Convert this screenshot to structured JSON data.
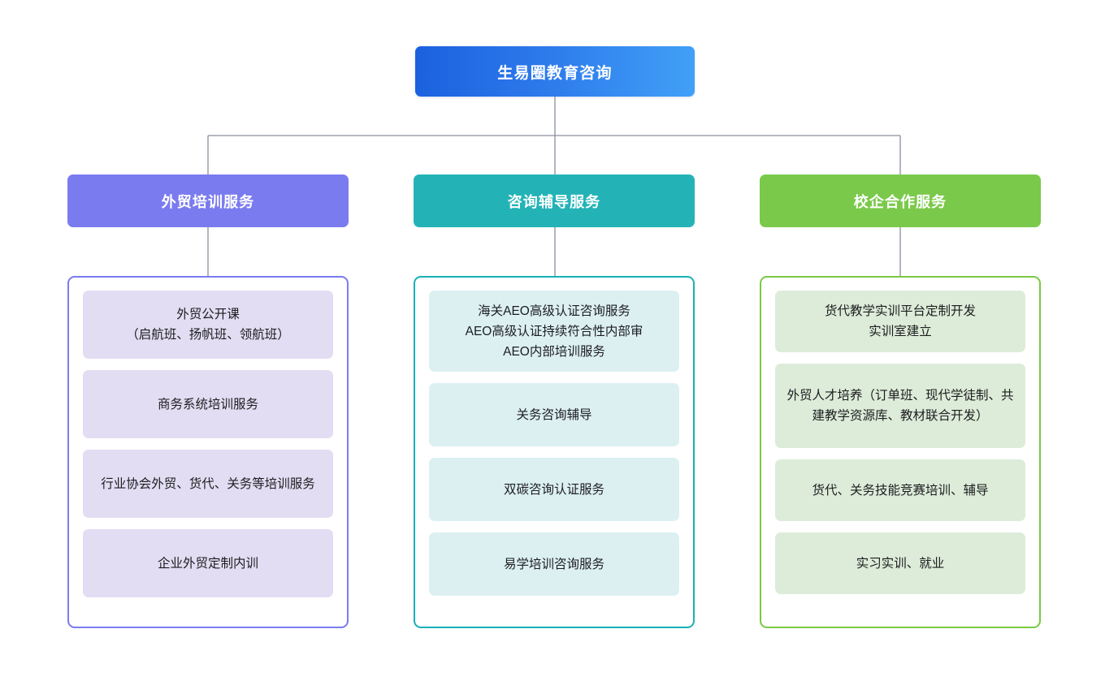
{
  "diagram": {
    "type": "organization-tree",
    "root": {
      "label": "生易圈教育咨询",
      "gradient_from": "#1b61df",
      "gradient_to": "#41a0f7"
    },
    "connector_color": "#8a8f9e",
    "columns": [
      {
        "header": "外贸培训服务",
        "header_color": "#7b7bf0",
        "border_color": "#7b7bf0",
        "card_color": "#e2ddf3",
        "items": [
          "外贸公开课\n（启航班、扬帆班、领航班）",
          "商务系统培训服务",
          "行业协会外贸、货代、关务等培训服务",
          "企业外贸定制内训"
        ]
      },
      {
        "header": "咨询辅导服务",
        "header_color": "#23b3b7",
        "border_color": "#18b0b8",
        "card_color": "#dcf0f2",
        "items": [
          "海关AEO高级认证咨询服务\nAEO高级认证持续符合性内部审\nAEO内部培训服务",
          "关务咨询辅导",
          "双碳咨询认证服务",
          "易学培训咨询服务"
        ]
      },
      {
        "header": "校企合作服务",
        "header_color": "#7bc94b",
        "border_color": "#7ac943",
        "card_color": "#dcecd9",
        "items": [
          "货代教学实训平台定制开发\n实训室建立",
          "外贸人才培养（订单班、现代学徒制、共建教学资源库、教材联合开发）",
          "货代、关务技能竞赛培训、辅导",
          "实习实训、就业"
        ]
      }
    ]
  }
}
